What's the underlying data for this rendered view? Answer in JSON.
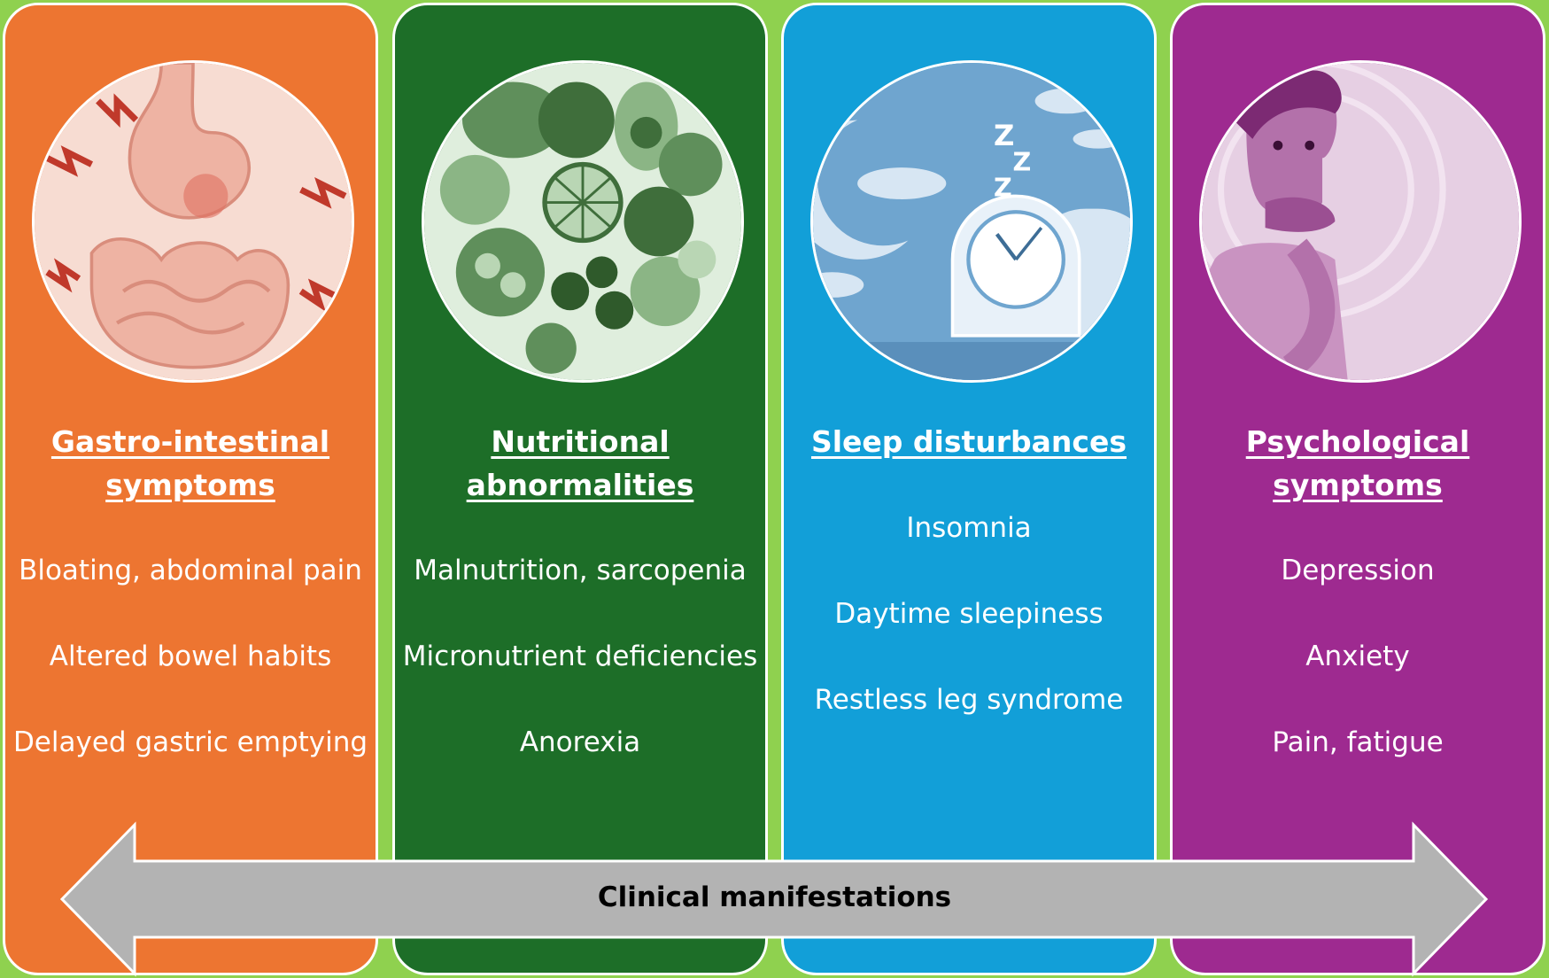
{
  "panels": [
    {
      "heading": "Gastro-intestinal\nsymptoms",
      "items": [
        "Bloating, abdominal pain",
        "Altered bowel habits",
        "Delayed gastric emptying"
      ],
      "image_icon": "stomach-intestine-icon"
    },
    {
      "heading": "Nutritional\nabnormalities",
      "items": [
        "Malnutrition, sarcopenia",
        "Micronutrient deficiencies",
        "Anorexia"
      ],
      "image_icon": "healthy-food-icon"
    },
    {
      "heading": "Sleep disturbances",
      "items": [
        "Insomnia",
        "Daytime sleepiness",
        "Restless leg syndrome"
      ],
      "image_icon": "moon-clock-sleep-icon"
    },
    {
      "heading": "Psychological\nsymptoms",
      "items": [
        "Depression",
        "Anxiety",
        "Pain, fatigue"
      ],
      "image_icon": "worried-person-icon"
    }
  ],
  "arrow": {
    "label": "Clinical manifestations"
  },
  "colors": {
    "background": "#8fd14f",
    "gastro": "#ed7531",
    "nutrition": "#1d6e28",
    "sleep": "#129fd8",
    "psych": "#9e2a90",
    "arrow": "#b3b3b3"
  }
}
